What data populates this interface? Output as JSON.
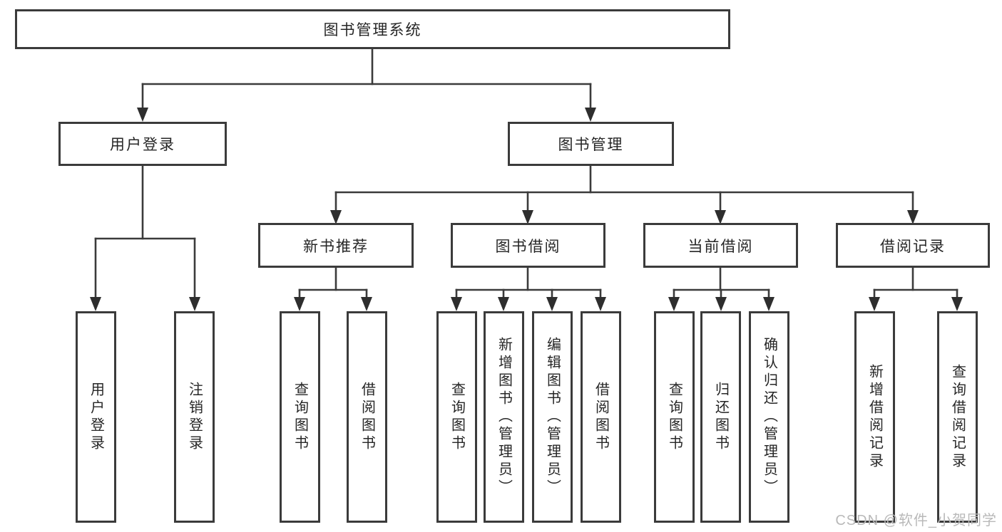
{
  "colors": {
    "line": "#3b3b3b",
    "text": "#262626",
    "watermark": "#b9b9b9"
  },
  "tree": {
    "root": "图书管理系统",
    "branches": [
      {
        "label": "用户登录",
        "children": [
          "用户登录",
          "注销登录"
        ]
      },
      {
        "label": "图书管理",
        "groups": [
          {
            "label": "新书推荐",
            "children": [
              "查询图书",
              "借阅图书"
            ]
          },
          {
            "label": "图书借阅",
            "children": [
              "查询图书",
              "新增图书（管理员）",
              "编辑图书（管理员）",
              "借阅图书"
            ]
          },
          {
            "label": "当前借阅",
            "children": [
              "查询图书",
              "归还图书",
              "确认归还（管理员）"
            ]
          },
          {
            "label": "借阅记录",
            "children": [
              "新增借阅记录",
              "查询借阅记录"
            ]
          }
        ]
      }
    ]
  },
  "watermark": "CSDN @软件_小贺同学"
}
